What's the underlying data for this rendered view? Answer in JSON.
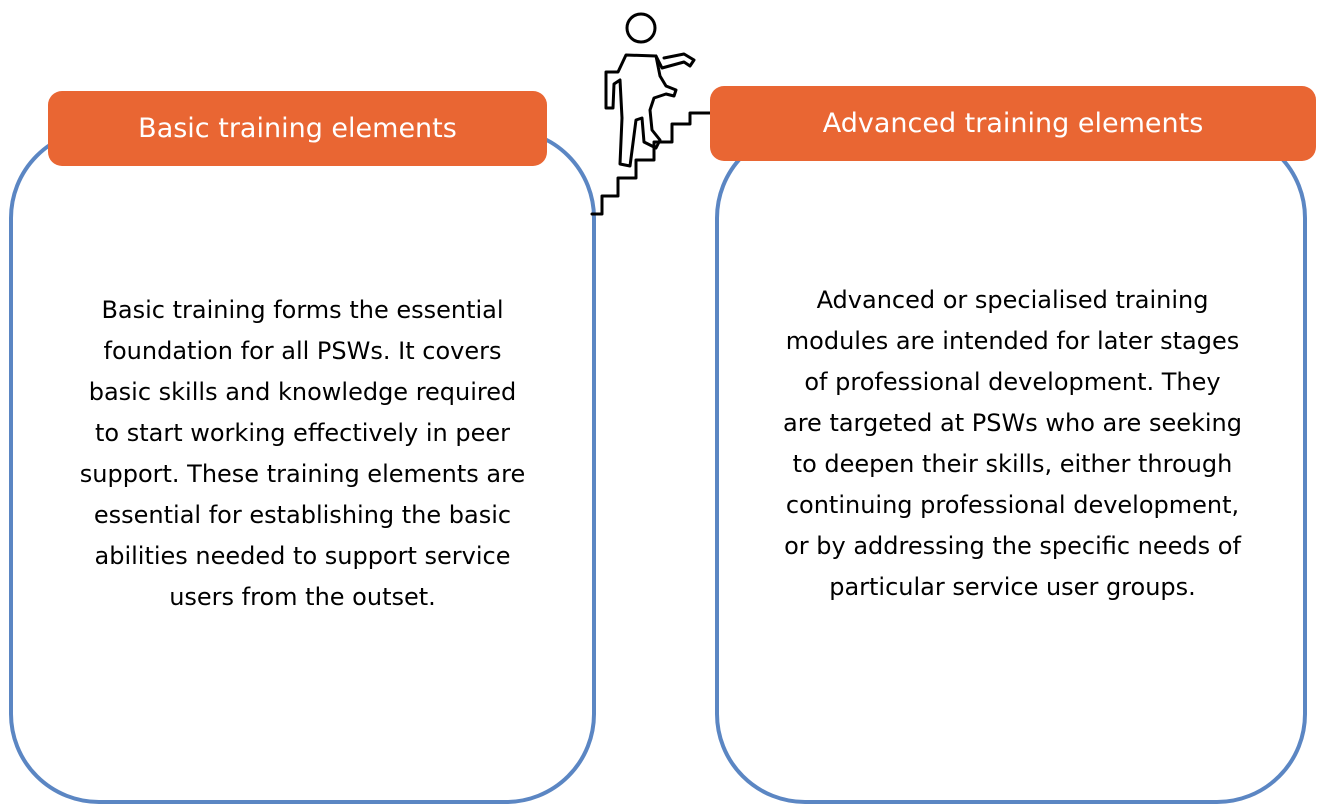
{
  "basic": {
    "title": "Basic training elements",
    "lines": [
      "Basic training forms the essential",
      "foundation for all PSWs. It covers",
      "basic skills and knowledge required",
      "to start working effectively in peer",
      "support. These training elements are",
      "essential for establishing the basic",
      "abilities needed to support service",
      "users from the outset."
    ]
  },
  "advanced": {
    "title": "Advanced training elements",
    "lines": [
      "Advanced or specialised training",
      "modules are intended for later stages",
      "of professional development. They",
      "are targeted at PSWs who are seeking",
      "to deepen their skills, either through",
      "continuing professional development,",
      "or by addressing the specific needs of",
      "particular service user groups."
    ]
  },
  "colors": {
    "header_fill": "#e96633",
    "card_border": "#5b86c3"
  },
  "icons": {
    "center": "person-climbing-stairs-icon"
  }
}
